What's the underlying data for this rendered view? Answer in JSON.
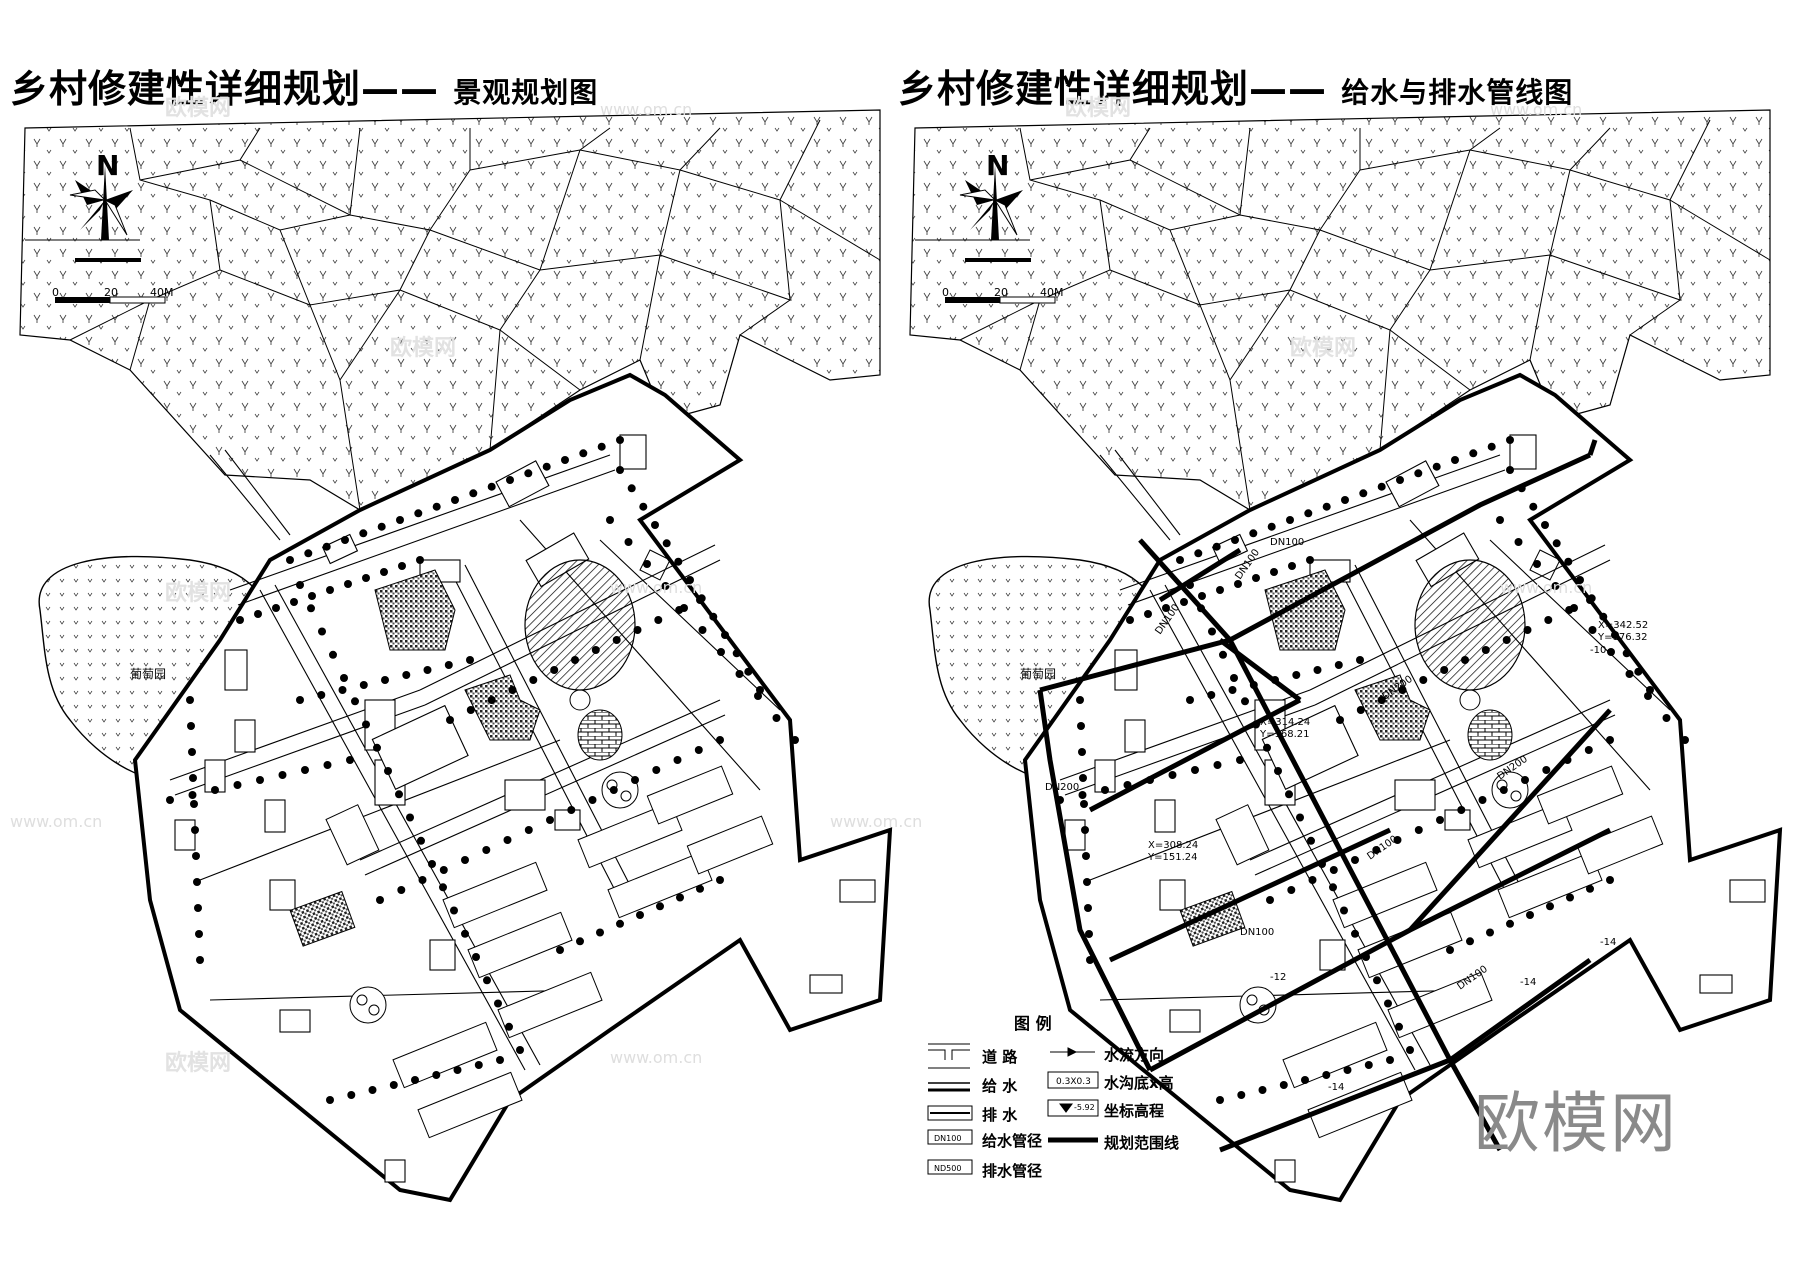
{
  "left_title": {
    "main": "乡村修建性详细规划",
    "dash": "——",
    "sub": "景观规划图"
  },
  "right_title": {
    "main": "乡村修建性详细规划",
    "dash": "——",
    "sub": "给水与排水管线图"
  },
  "compass": {
    "north": "N",
    "scale_0": "0",
    "scale_20": "20",
    "scale_40": "40M"
  },
  "vineyard_label": "葡萄园",
  "watermark": {
    "text": "欧模网",
    "url": "www.om.cn"
  },
  "brand": "欧模网",
  "pipe_labels": [
    "DN100",
    "DN200",
    "DN100",
    "DN100",
    "DN100",
    "DN100",
    "DN200",
    "DN100",
    "DN200"
  ],
  "elev_labels": [
    "X=342.52",
    "Y=176.32",
    "X=308.24",
    "Y=151.24",
    "X=314.24",
    "Y=168.21",
    "-10",
    "-12",
    "-14",
    "-14",
    "-14"
  ],
  "legend": {
    "title": "图 例",
    "items": [
      {
        "symbol": "road",
        "label": "道 路"
      },
      {
        "symbol": "water-supply",
        "label": "给 水"
      },
      {
        "symbol": "drain",
        "label": "排 水"
      },
      {
        "symbol": "dn",
        "symbol_text": "DN100",
        "label": "给水管径"
      },
      {
        "symbol": "nd",
        "symbol_text": "ND500",
        "label": "排水管径"
      },
      {
        "symbol": "flow",
        "label": "水流方向"
      },
      {
        "symbol": "ditch",
        "symbol_text": "0.3X0.3",
        "label": "水沟底x高"
      },
      {
        "symbol": "coord",
        "symbol_text": "-5.92",
        "label": "坐标高程"
      },
      {
        "symbol": "boundary",
        "label": "规划范围线"
      }
    ]
  }
}
